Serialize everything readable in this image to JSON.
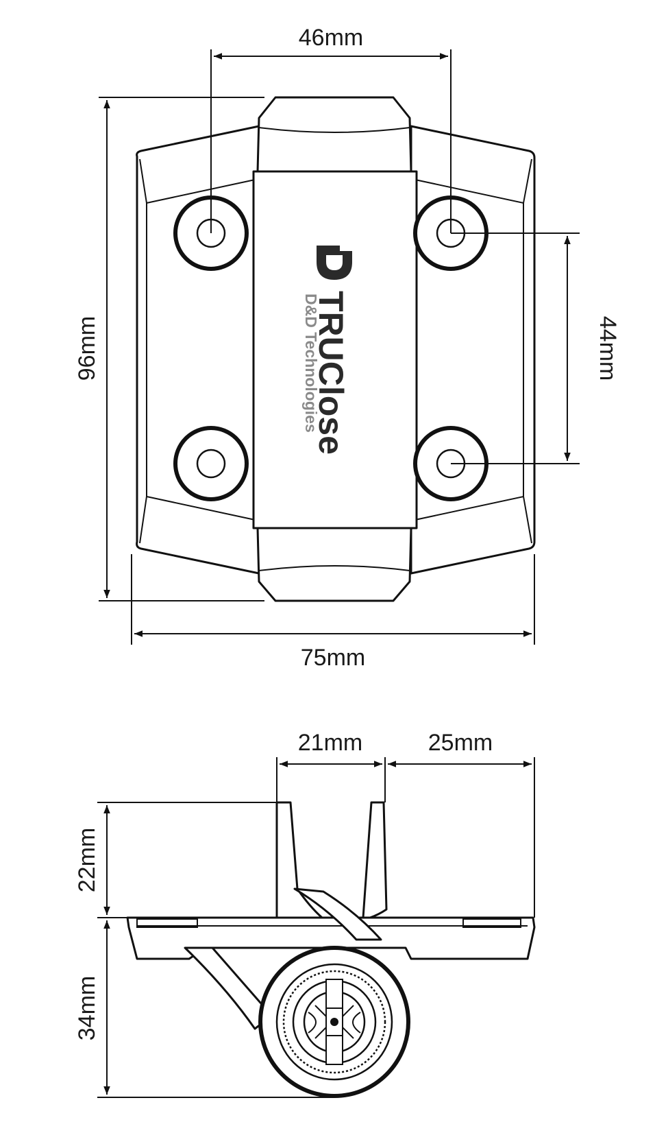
{
  "dimensions": {
    "top_width_holes": "46mm",
    "top_height_total": "96mm",
    "top_hole_spacing_vertical": "44mm",
    "top_width_total": "75mm",
    "side_gap": "21mm",
    "side_offset": "25mm",
    "side_upper_height": "22mm",
    "side_lower_height": "34mm"
  },
  "brand": {
    "name": "TRUClose",
    "subtitle": "D&D Technologies"
  }
}
